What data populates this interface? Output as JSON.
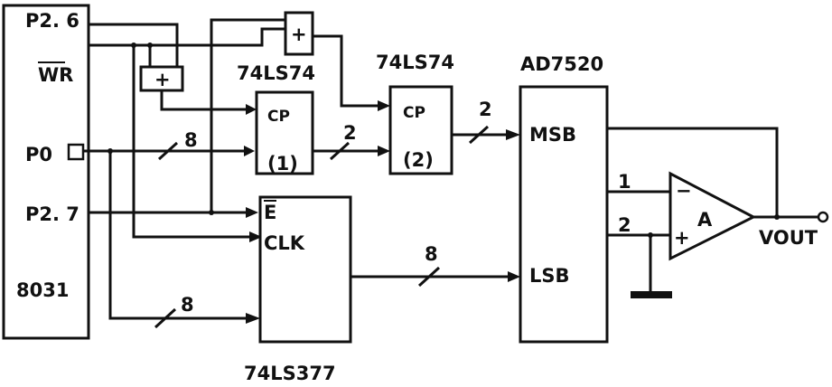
{
  "mcu": {
    "label": "8031",
    "pins": {
      "p26": "P2. 6",
      "wr": "WR",
      "p0": "P0",
      "p27": "P2. 7"
    }
  },
  "latch1": {
    "title": "74LS74",
    "clock": "CP",
    "index": "(1)"
  },
  "latch2": {
    "title": "74LS74",
    "clock": "CP",
    "index": "(2)"
  },
  "latch377": {
    "title": "74LS377",
    "enable": "E",
    "clock": "CLK"
  },
  "dac": {
    "title": "AD7520",
    "msb": "MSB",
    "lsb": "LSB"
  },
  "opamp": {
    "label": "A",
    "pin1": "1",
    "pin2": "2",
    "minus": "−",
    "plus": "+",
    "output": "VOUT"
  },
  "gates": {
    "or_symbol": "+"
  },
  "buses": {
    "p0_width": "8",
    "latch1_out": "2",
    "latch2_out": "2",
    "latch377_in": "8",
    "latch377_out": "8"
  }
}
